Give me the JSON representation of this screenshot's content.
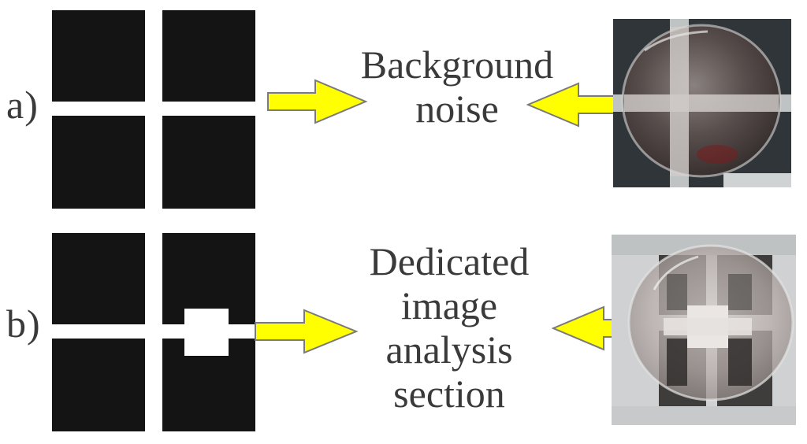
{
  "colors": {
    "mask_fill": "#141414",
    "arrow_fill": "#ffff00",
    "arrow_stroke": "#7a7a7a",
    "text": "#3a3a3a"
  },
  "panel_a": {
    "label": "a)",
    "caption_lines": [
      "Background",
      "noise"
    ]
  },
  "panel_b": {
    "label": "b)",
    "caption_lines": [
      "Dedicated",
      "image",
      "analysis",
      "section"
    ]
  }
}
